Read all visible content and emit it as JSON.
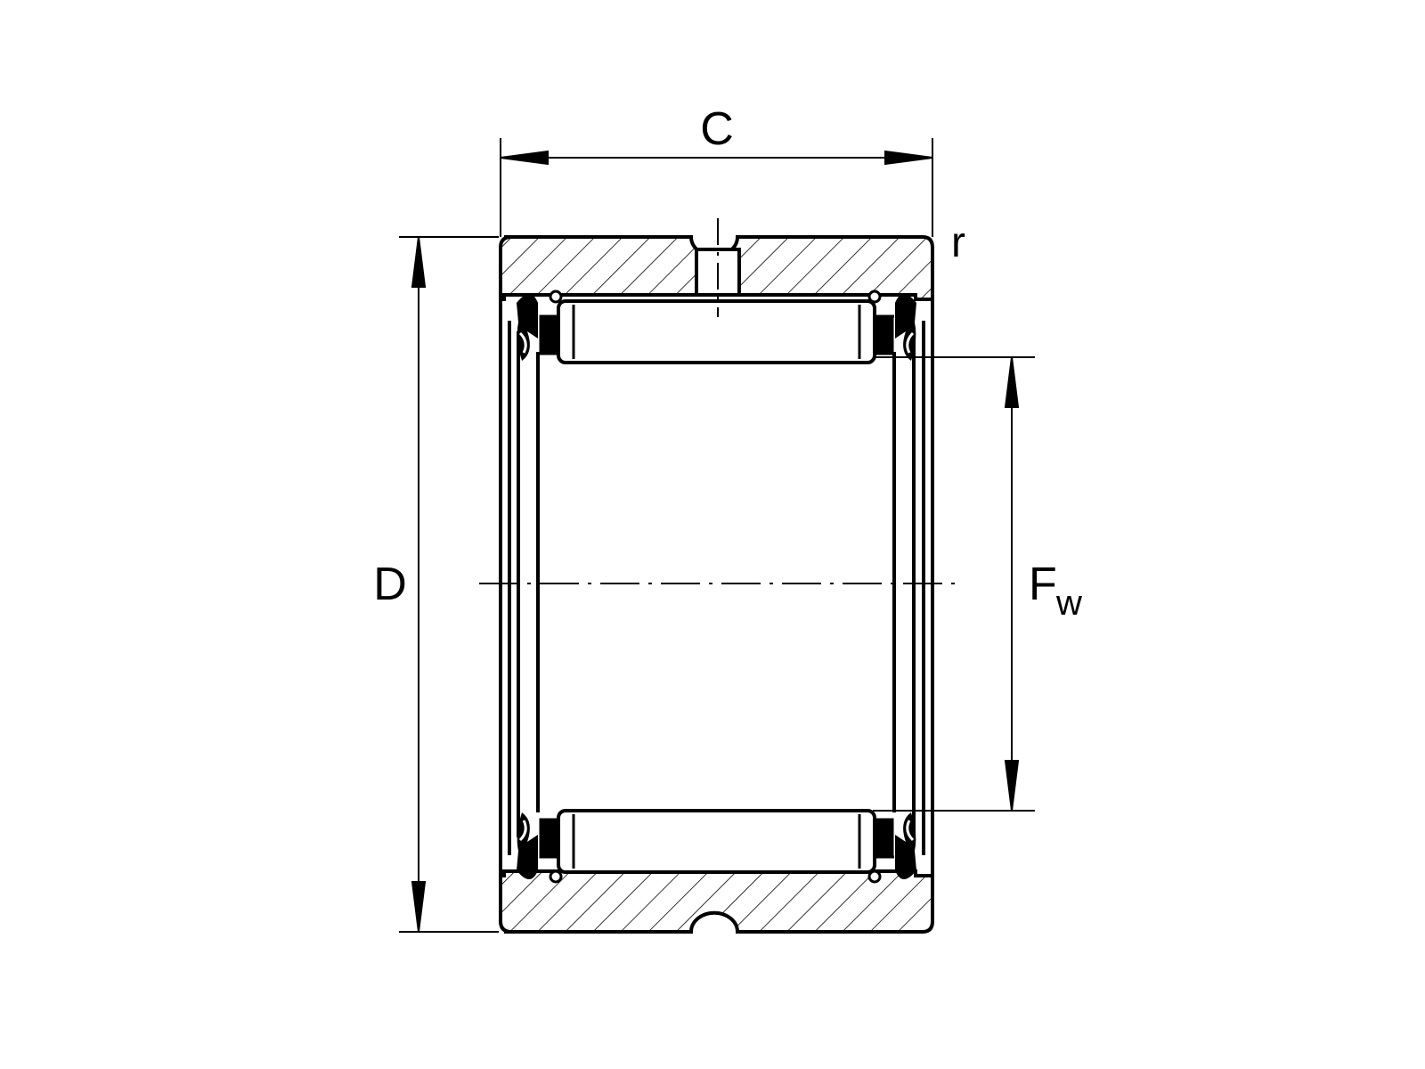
{
  "labels": {
    "width": "C",
    "radius": "r",
    "outer_diameter": "D",
    "inner_diameter_main": "F",
    "inner_diameter_sub": "w"
  },
  "colors": {
    "stroke": "#000000",
    "background": "#ffffff"
  }
}
